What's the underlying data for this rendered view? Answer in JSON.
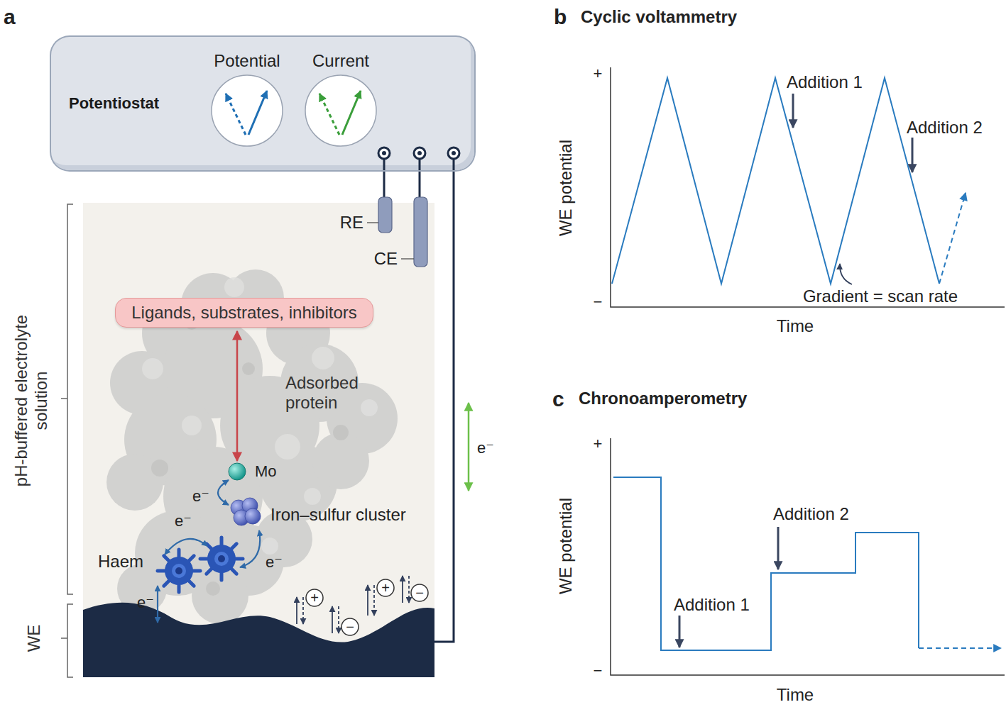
{
  "diagram": {
    "nodes": [
      {
        "text": [
          "Potentiostat"
        ]
      },
      {
        "text": [
          "Potential"
        ],
        "in": 0
      },
      {
        "text": [
          "Current"
        ],
        "in": 0
      },
      {
        "text": [
          "Ligands, substrates, inhibitors"
        ]
      },
      {
        "text": [
          "Mo"
        ]
      }
    ],
    "edges": [
      {
        "from": 3,
        "to": 4,
        "arrow": "both"
      }
    ],
    "labels": [
      "a",
      "RE",
      "CE",
      "pH-buffered electrolyte solution",
      "Adsorbed protein",
      "e⁻",
      "e⁻",
      "Iron–sulfur cluster",
      "e⁻",
      "Haem",
      "e⁻",
      "e⁻",
      "+",
      "−",
      "+",
      "−",
      "WE",
      "b",
      "Cyclic voltammetry",
      "+",
      "−",
      "WE potential",
      "Addition 1",
      "Addition 2",
      "Gradient = scan rate",
      "Time",
      "c",
      "Chronoamperometry",
      "+",
      "−",
      "WE potential",
      "Addition 2",
      "Addition 1",
      "Time"
    ]
  }
}
